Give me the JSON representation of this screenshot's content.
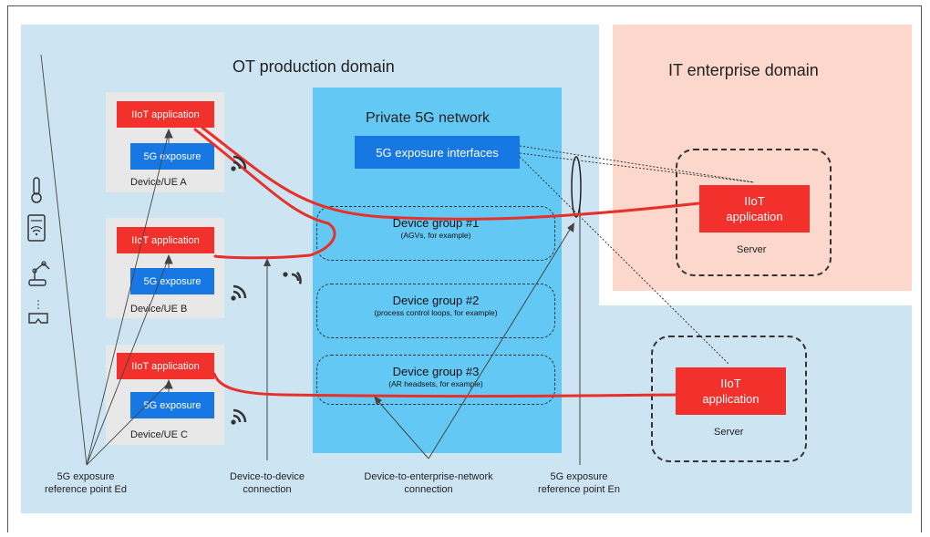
{
  "domains": {
    "ot_title": "OT production domain",
    "it_title": "IT enterprise domain"
  },
  "private_network": {
    "title": "Private 5G network",
    "exposure_interfaces": "5G exposure interfaces"
  },
  "devices": [
    {
      "app": "IIoT application",
      "exposure": "5G exposure",
      "name": "Device/UE A"
    },
    {
      "app": "IIoT application",
      "exposure": "5G exposure",
      "name": "Device/UE B"
    },
    {
      "app": "IIoT application",
      "exposure": "5G exposure",
      "name": "Device/UE C"
    }
  ],
  "groups": [
    {
      "title": "Device group #1",
      "subtitle": "(AGVs, for example)"
    },
    {
      "title": "Device group #2",
      "subtitle": "(process control loops, for example)"
    },
    {
      "title": "Device group #3",
      "subtitle": "(AR headsets, for example)"
    }
  ],
  "servers": [
    {
      "app_line1": "IIoT",
      "app_line2": "application",
      "label": "Server"
    },
    {
      "app_line1": "IIoT",
      "app_line2": "application",
      "label": "Server"
    }
  ],
  "captions": {
    "ref_ed_line1": "5G exposure",
    "ref_ed_line2": "reference point Ed",
    "d2d_line1": "Device-to-device",
    "d2d_line2": "connection",
    "d2e_line1": "Device-to-enterprise-network",
    "d2e_line2": "connection",
    "ref_en_line1": "5G exposure",
    "ref_en_line2": "reference point En"
  },
  "icons": [
    "thermometer-icon",
    "wifi-device-icon",
    "robot-arm-icon",
    "ar-headset-icon"
  ],
  "colors": {
    "ot_domain": "#cde4f3",
    "it_domain": "#fcd7cc",
    "private_network": "#64c8f5",
    "iiot_app": "#f2302c",
    "exposure": "#1778e3",
    "connection": "#e8302a"
  }
}
